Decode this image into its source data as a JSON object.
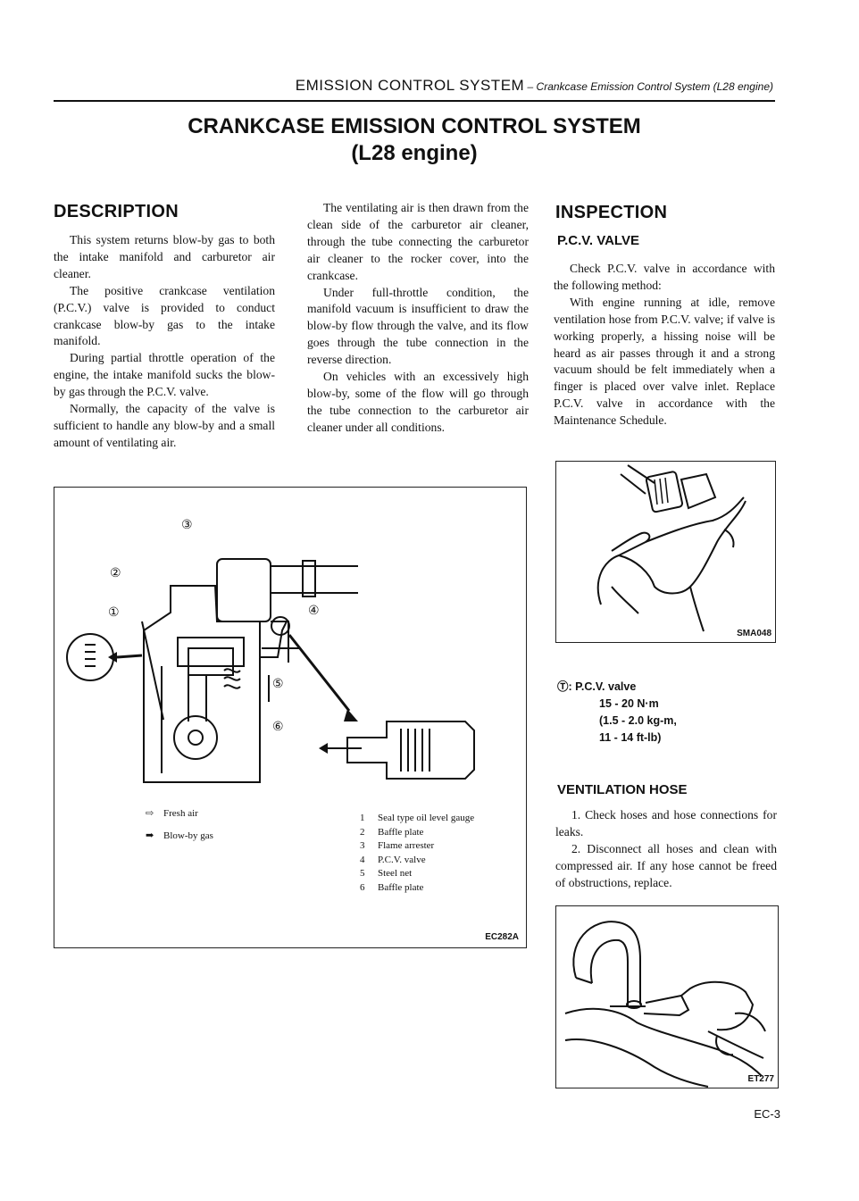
{
  "header": {
    "section": "EMISSION CONTROL SYSTEM",
    "separator": " – ",
    "subsection": "Crankcase Emission Control System (L28 engine)"
  },
  "title": {
    "line1": "CRANKCASE EMISSION CONTROL SYSTEM",
    "line2": "(L28 engine)"
  },
  "description": {
    "heading": "DESCRIPTION",
    "paragraphs": [
      "This system returns blow-by gas to both the intake manifold and carburetor air cleaner.",
      "The positive crankcase ventilation (P.C.V.) valve is provided to conduct crankcase blow-by gas to the intake manifold.",
      "During partial throttle operation of the engine, the intake manifold sucks the blow-by gas through the P.C.V. valve.",
      "Normally, the capacity of the valve is sufficient to handle any blow-by and a small amount of ventilating air.",
      "The ventilating air is then drawn from the clean side of the carburetor air cleaner, through the tube connecting the carburetor air cleaner to the rocker cover, into the crankcase.",
      "Under full-throttle condition, the manifold vacuum is insufficient to draw the blow-by flow through the valve, and its flow goes through the tube connection in the reverse direction.",
      "On vehicles with an excessively high blow-by, some of the flow will go through the tube connection to the carburetor air cleaner under all conditions."
    ]
  },
  "inspection": {
    "heading": "INSPECTION",
    "pcv_heading": "P.C.V. VALVE",
    "pcv_paragraphs": [
      "Check P.C.V. valve in accordance with the following method:",
      "With engine running at idle, remove ventilation hose from P.C.V. valve; if valve is working properly, a hissing noise will be heard as air passes through it and a strong vacuum should be felt immediately when a finger is placed over valve inlet. Replace P.C.V. valve in accordance with the Maintenance Schedule."
    ],
    "hose_heading": "VENTILATION HOSE",
    "hose_paragraphs": [
      "1. Check hoses and hose connections for leaks.",
      "2. Disconnect all hoses and clean with compressed air. If any hose cannot be freed of obstructions, replace."
    ]
  },
  "figure_main": {
    "code": "EC282A",
    "callouts": [
      "①",
      "②",
      "③",
      "④",
      "⑤",
      "⑥"
    ],
    "legend_arrows": [
      {
        "icon": "⇨",
        "label": "Fresh air"
      },
      {
        "icon": "➡",
        "label": "Blow-by gas"
      }
    ],
    "legend_items": [
      {
        "num": "1",
        "label": "Seal type oil level gauge"
      },
      {
        "num": "2",
        "label": "Baffle plate"
      },
      {
        "num": "3",
        "label": "Flame arrester"
      },
      {
        "num": "4",
        "label": "P.C.V. valve"
      },
      {
        "num": "5",
        "label": "Steel net"
      },
      {
        "num": "6",
        "label": "Baffle plate"
      }
    ]
  },
  "figure_pcv": {
    "code": "SMA048",
    "torque_symbol": "Ⓣ",
    "spec_label": ": P.C.V. valve",
    "spec_values": [
      "15 - 20 N·m",
      "(1.5 - 2.0 kg-m,",
      "11 - 14 ft-lb)"
    ]
  },
  "figure_hose": {
    "code": "ET277"
  },
  "page_number": "EC-3"
}
